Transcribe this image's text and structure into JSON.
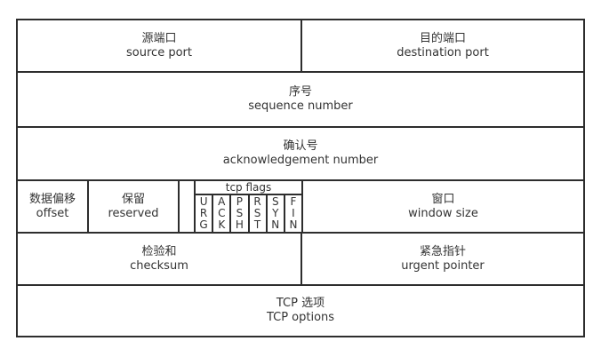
{
  "colors": {
    "background": "#ffffff",
    "border": "#2d2d2d",
    "text": "#333333"
  },
  "cells": {
    "source_port": {
      "zh": "源端口",
      "en": "source port"
    },
    "destination_port": {
      "zh": "目的端口",
      "en": "destination port"
    },
    "sequence_number": {
      "zh": "序号",
      "en": "sequence number"
    },
    "acknowledgement_number": {
      "zh": "确认号",
      "en": "acknowledgement number"
    },
    "data_offset": {
      "zh": "数据偏移",
      "en": "offset"
    },
    "reserved": {
      "zh": "保留",
      "en": "reserved"
    },
    "tcp_flags_title": "tcp flags",
    "tcp_flags": [
      "U\nR\nG",
      "A\nC\nK",
      "P\nS\nH",
      "R\nS\nT",
      "S\nY\nN",
      "F\nI\nN"
    ],
    "window_size": {
      "zh": "窗口",
      "en": "window size"
    },
    "checksum": {
      "zh": "检验和",
      "en": "checksum"
    },
    "urgent_pointer": {
      "zh": "紧急指针",
      "en": "urgent pointer"
    },
    "tcp_options": {
      "zh": "TCP 选项",
      "en": "TCP options"
    }
  }
}
